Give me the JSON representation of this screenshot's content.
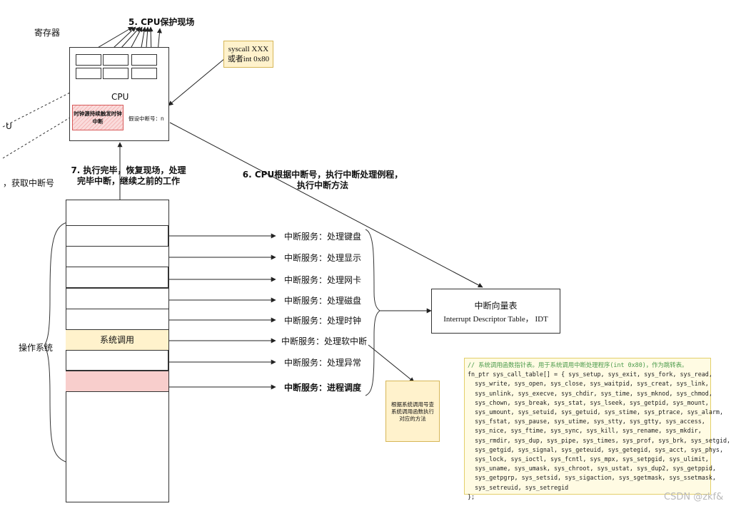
{
  "labels": {
    "registers": "寄存器",
    "step5": "5. CPU保护现场",
    "cpu": "CPU",
    "timer_interrupt": "时钟源持续触发时钟中断",
    "assume_int": "假设中断号：n",
    "syscall_note_line1": "syscall XXX",
    "syscall_note_line2": "或者int 0x80",
    "left_u": "U",
    "left_get_int": "，获取中断号",
    "step7_line1": "7. 执行完毕，恢复现场，处理",
    "step7_line2": "完毕中断，继续之前的工作",
    "step6_line1": "6. CPU根据中断号，执行中断处理例程，",
    "step6_line2": "执行中断方法",
    "os": "操作系统",
    "syscall_row": "系统调用",
    "idt_line1": "中断向量表",
    "idt_line2": "Interrupt Descriptor Table， IDT",
    "lookup_note": "根据系统调用号查系统调用函数执行对应的方法",
    "watermark": "CSDN @zkf&"
  },
  "services": [
    "中断服务：处理键盘",
    "中断服务：处理显示",
    "中断服务：处理网卡",
    "中断服务：处理磁盘",
    "中断服务：处理时钟",
    "中断服务：处理软中断",
    "中断服务：处理异常",
    "中断服务：进程调度"
  ],
  "code": {
    "comment": "// 系统调用函数指针表。用于系统调用中断处理程序(int 0x80)，作为跳转表。",
    "lines": [
      "fn_ptr sys_call_table[] = { sys_setup, sys_exit, sys_fork, sys_read,",
      "  sys_write, sys_open, sys_close, sys_waitpid, sys_creat, sys_link,",
      "  sys_unlink, sys_execve, sys_chdir, sys_time, sys_mknod, sys_chmod,",
      "  sys_chown, sys_break, sys_stat, sys_lseek, sys_getpid, sys_mount,",
      "  sys_umount, sys_setuid, sys_getuid, sys_stime, sys_ptrace, sys_alarm,",
      "  sys_fstat, sys_pause, sys_utime, sys_stty, sys_gtty, sys_access,",
      "  sys_nice, sys_ftime, sys_sync, sys_kill, sys_rename, sys_mkdir,",
      "  sys_rmdir, sys_dup, sys_pipe, sys_times, sys_prof, sys_brk, sys_setgid,",
      "  sys_getgid, sys_signal, sys_geteuid, sys_getegid, sys_acct, sys_phys,",
      "  sys_lock, sys_ioctl, sys_fcntl, sys_mpx, sys_setpgid, sys_ulimit,",
      "  sys_uname, sys_umask, sys_chroot, sys_ustat, sys_dup2, sys_getppid,",
      "  sys_getpgrp, sys_setsid, sys_sigaction, sys_sgetmask, sys_ssetmask,",
      "  sys_setreuid, sys_setregid",
      "};"
    ]
  },
  "colors": {
    "timer_fill": "#fadcdc",
    "timer_border": "#d85a5a",
    "syscall_fill": "#fff2cc",
    "sched_fill": "#f8cecc",
    "note_fill": "#fff2cc",
    "note_border": "#d6b656"
  }
}
